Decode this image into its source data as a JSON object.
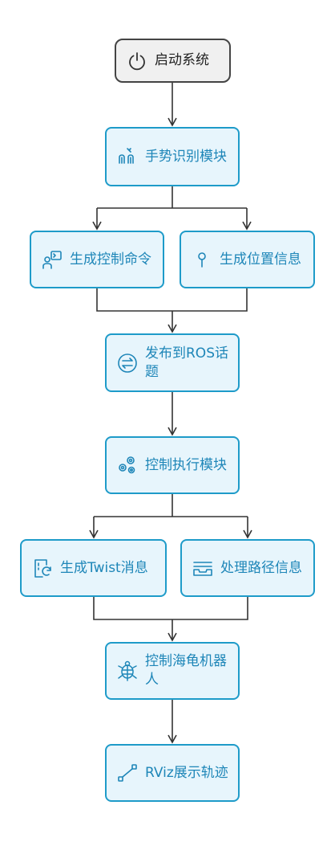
{
  "nodes": {
    "start": "启动系统",
    "gesture": "手势识别模块",
    "gen_cmd": "生成控制命令",
    "gen_pos": "生成位置信息",
    "publish": "发布到ROS话题",
    "exec": "控制执行模块",
    "twist": "生成Twist消息",
    "path": "处理路径信息",
    "turtle": "控制海龟机器人",
    "rviz": "RViz展示轨迹"
  },
  "colors": {
    "node_border": "#1e9bc9",
    "node_fill": "#e7f5fc",
    "node_text": "#1e86b8",
    "start_border": "#444444",
    "start_fill": "#f0f0f0",
    "edge": "#333333"
  },
  "icons": {
    "start": "power-icon",
    "gesture": "hands-icon",
    "gen_cmd": "command-user-icon",
    "gen_pos": "location-pin-icon",
    "publish": "transfer-arrows-icon",
    "exec": "gears-icon",
    "twist": "message-refresh-icon",
    "path": "inbox-icon",
    "turtle": "turtle-icon",
    "rviz": "trajectory-icon"
  }
}
